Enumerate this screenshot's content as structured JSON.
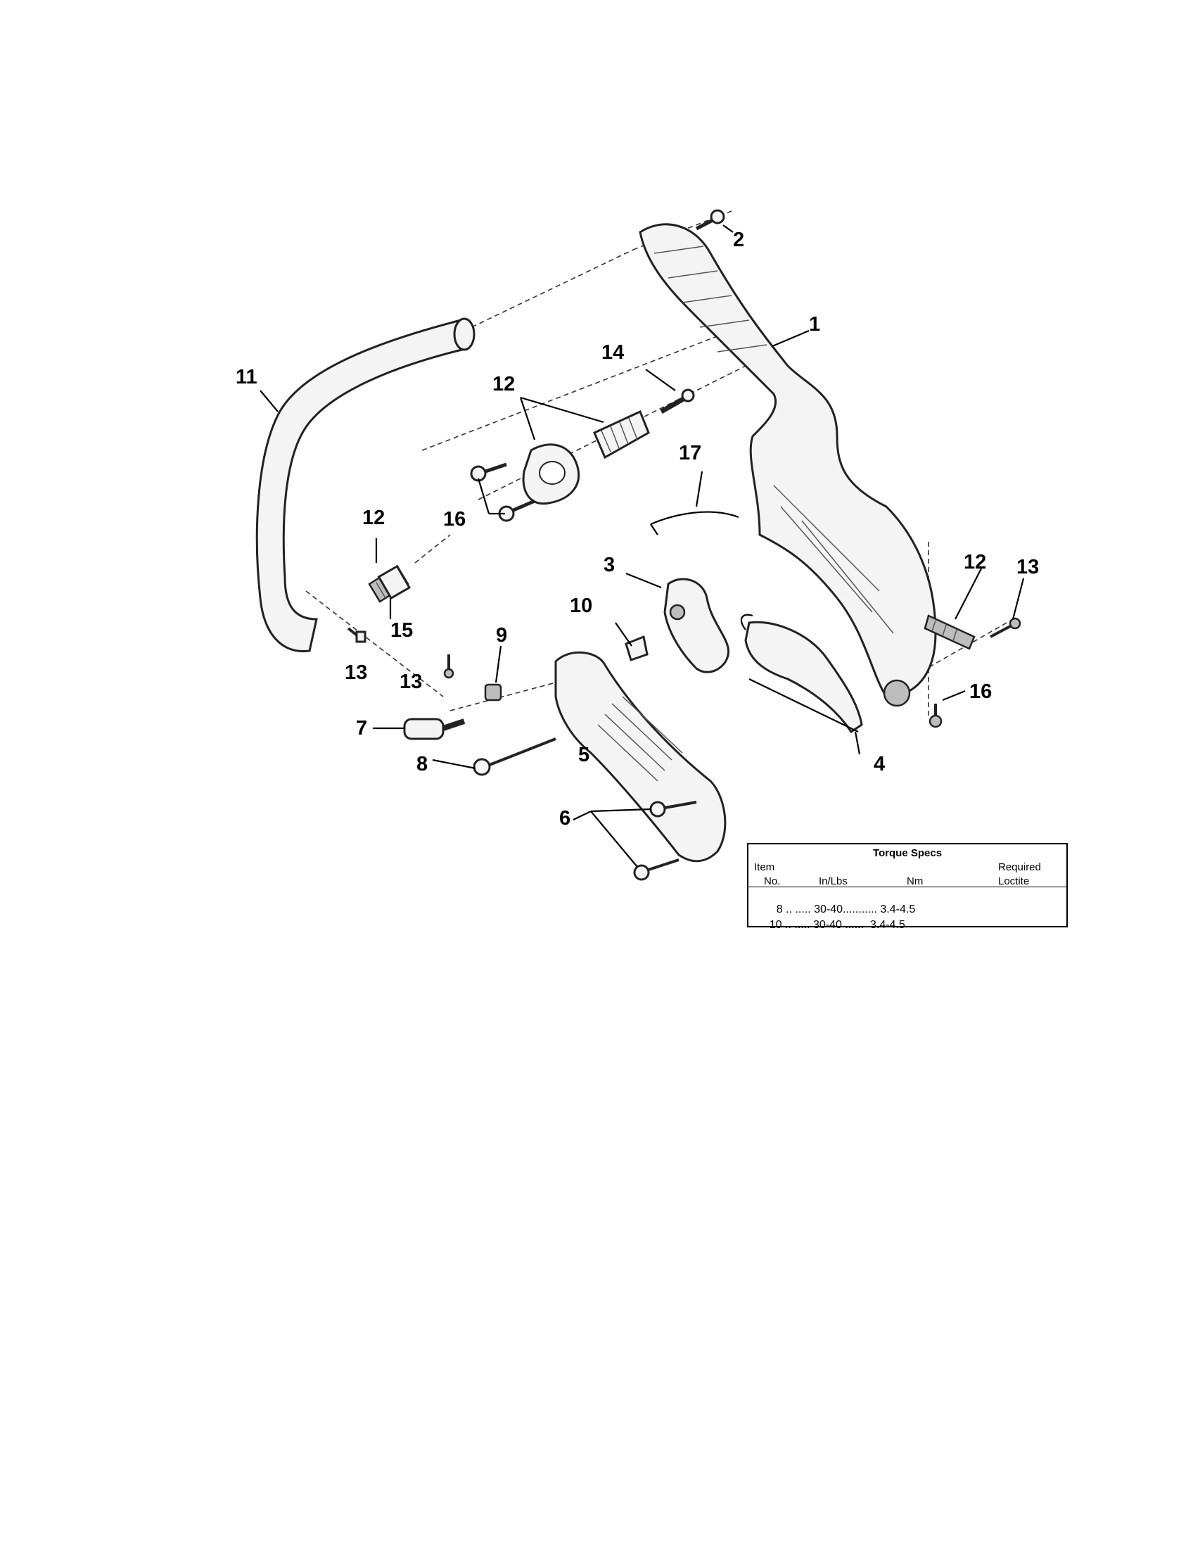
{
  "callouts": {
    "c1": "1",
    "c2": "2",
    "c3": "3",
    "c4": "4",
    "c5": "5",
    "c6": "6",
    "c7": "7",
    "c8": "8",
    "c9": "9",
    "c10": "10",
    "c11": "11",
    "c12a": "12",
    "c12b": "12",
    "c12c": "12",
    "c13a": "13",
    "c13b": "13",
    "c13c": "13",
    "c14": "14",
    "c15": "15",
    "c16a": "16",
    "c16b": "16",
    "c17": "17"
  },
  "torque_table": {
    "title": "Torque Specs",
    "header_item": "Item",
    "header_no": "No.",
    "header_inlbs": "In/Lbs",
    "header_nm": "Nm",
    "header_required": "Required",
    "header_loctite": "Loctite",
    "rows": [
      {
        "item": "8",
        "in_lbs": "30-40",
        "nm": "3.4-4.5"
      },
      {
        "item": "10",
        "in_lbs": "30-40",
        "nm": "3.4-4.5"
      }
    ]
  }
}
